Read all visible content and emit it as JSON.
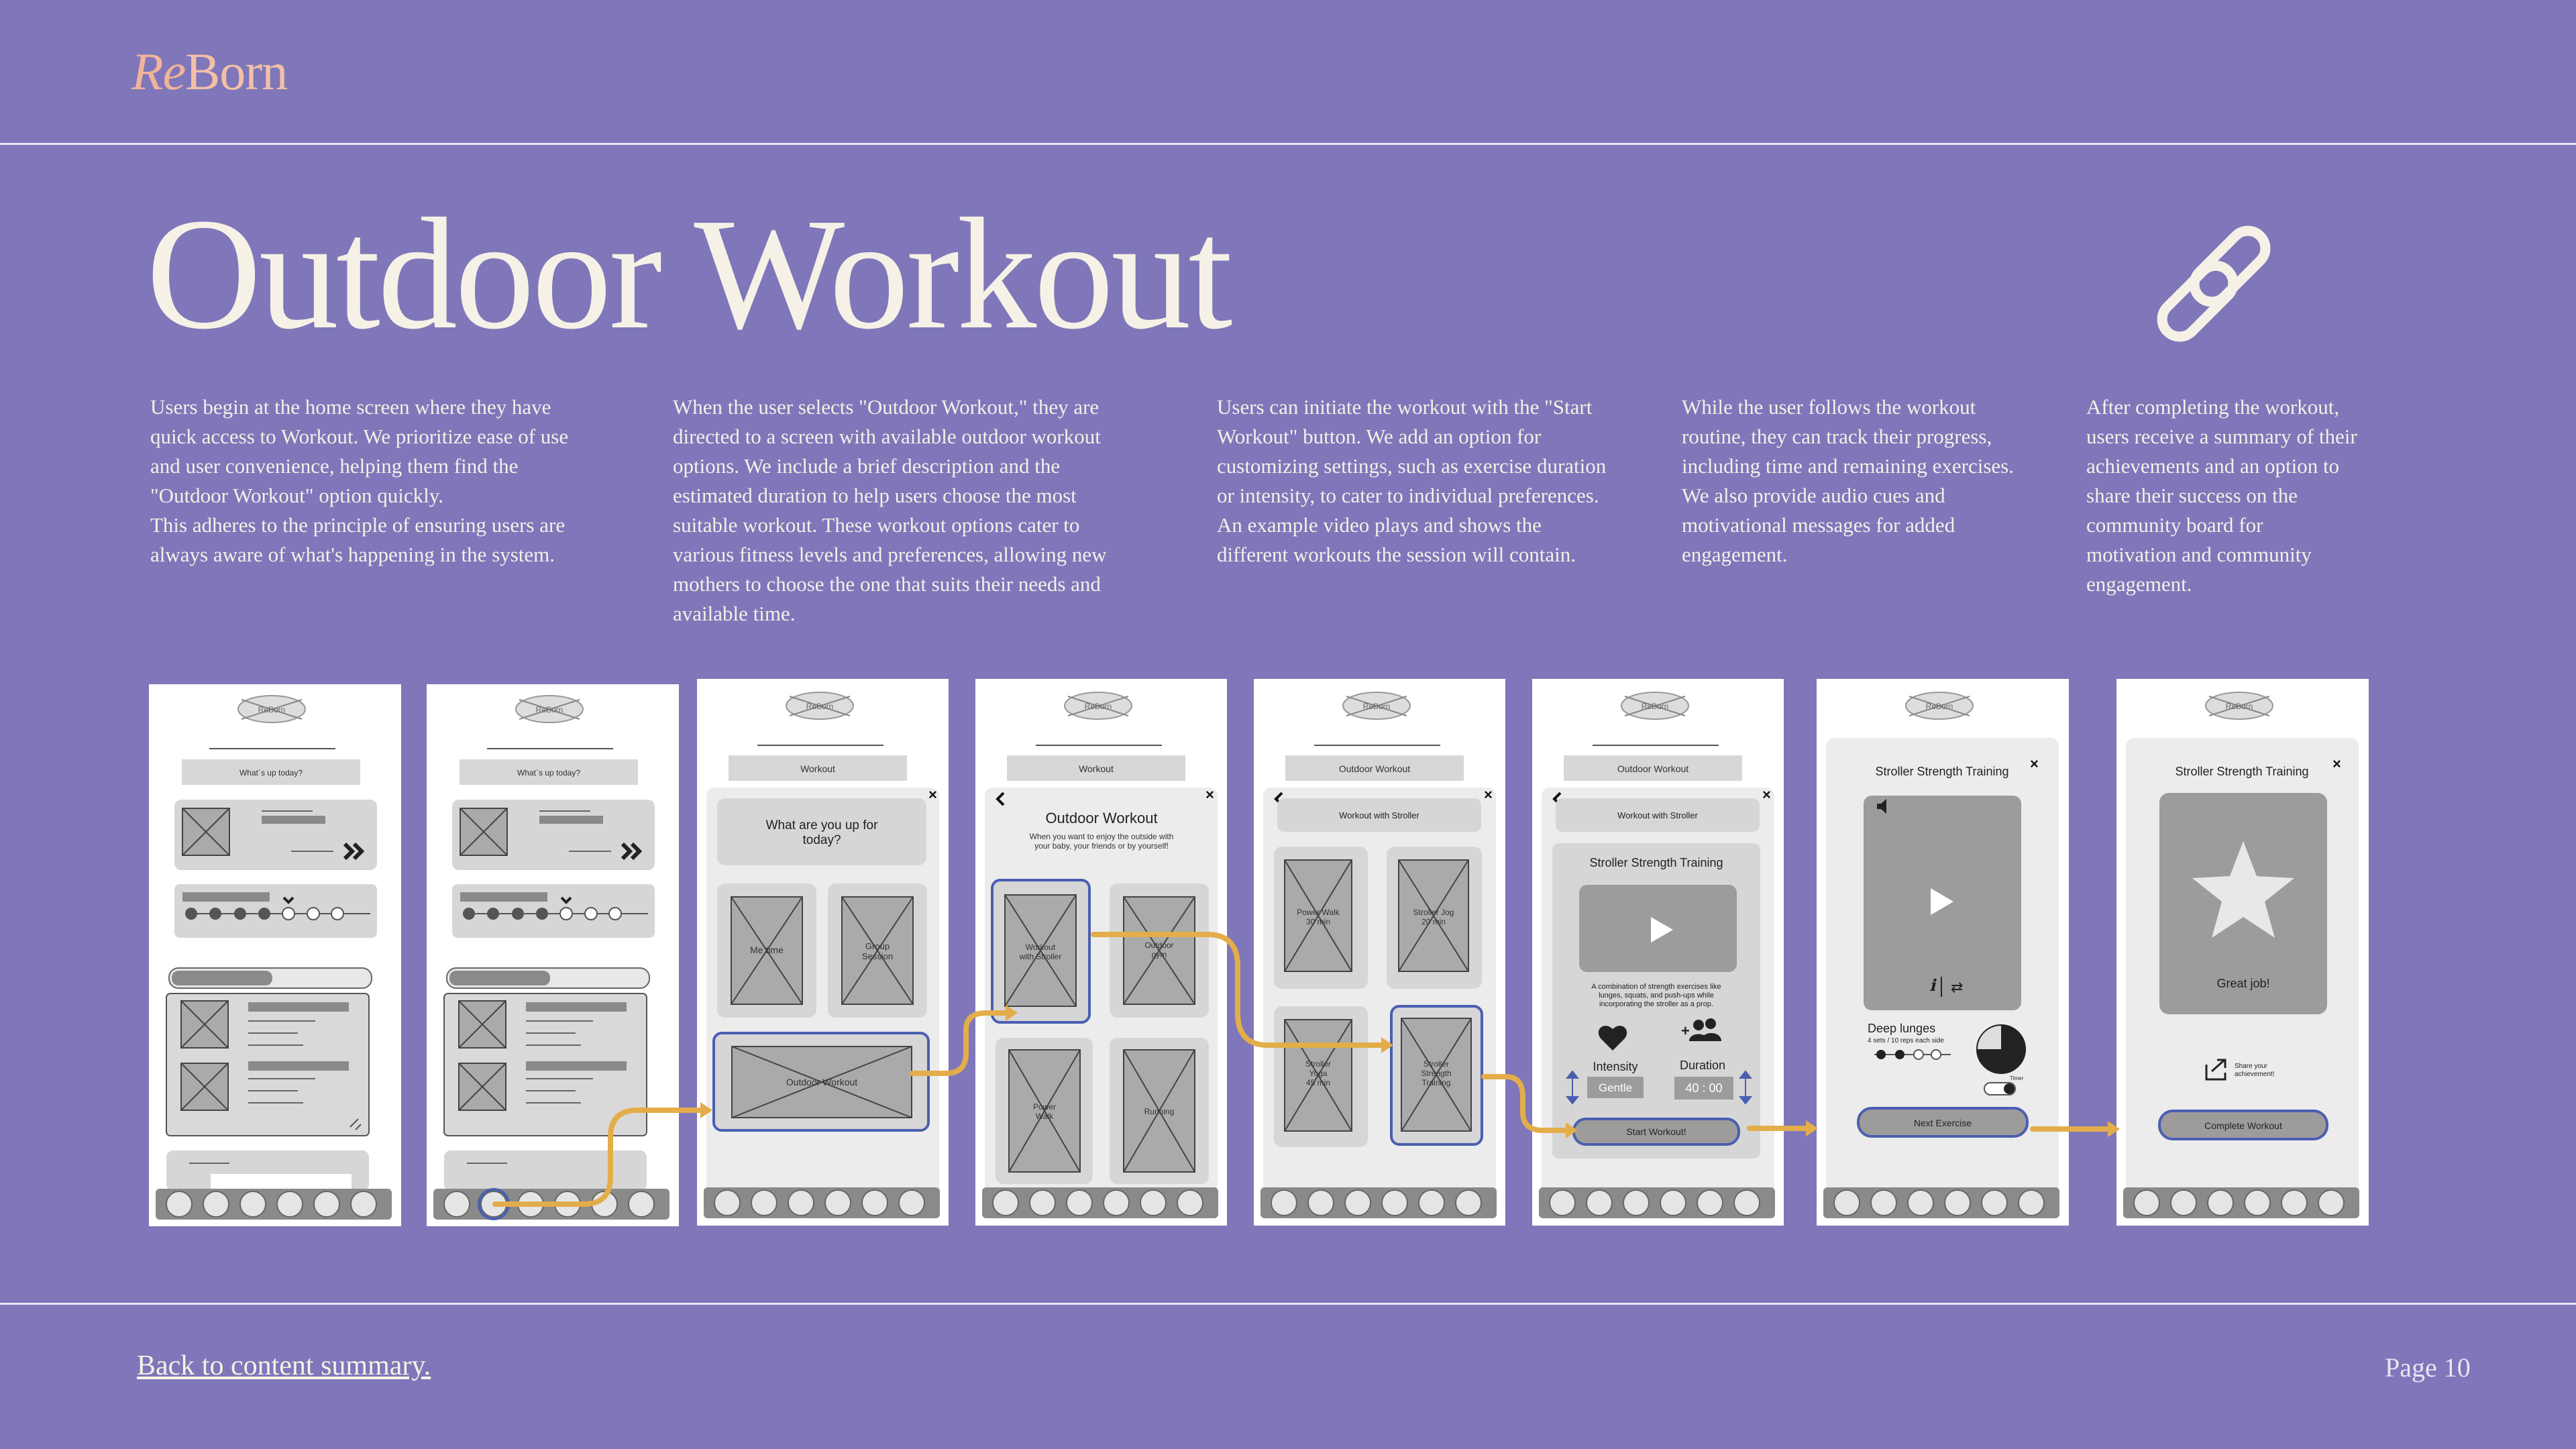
{
  "brand": {
    "prefix": "Re",
    "suffix": "Born"
  },
  "title": "Outdoor Workout",
  "descriptions": [
    {
      "lines": [
        "Users begin at the home screen where they have",
        "quick access to Workout. We prioritize ease of use",
        "and user convenience, helping them find the",
        "\"Outdoor Workout\" option quickly.",
        "This adheres to the principle of ensuring users are",
        "always aware of what's happening in the system."
      ]
    },
    {
      "lines": [
        "When the user selects \"Outdoor Workout,\" they are",
        "directed to a screen with available outdoor workout",
        "options. We include a brief description and the",
        "estimated duration to help users choose the most",
        "suitable workout. These workout options cater to",
        "various fitness levels and preferences, allowing new",
        "mothers to choose the one that suits their needs and",
        "available time."
      ]
    },
    {
      "lines": [
        "Users can initiate the workout with the \"Start",
        "Workout\" button. We add an option for",
        "customizing settings, such as exercise duration",
        "or intensity, to cater to individual preferences.",
        "An example video plays and shows the",
        "different workouts the session will contain."
      ]
    },
    {
      "lines": [
        "While the user follows the workout",
        "routine, they can track their progress,",
        "including time and remaining exercises.",
        "We also provide audio cues and",
        "motivational messages for added",
        "engagement."
      ]
    },
    {
      "lines": [
        "After completing the workout,",
        "users receive a summary of their",
        "achievements and an option to",
        "share their success on the",
        "community board for",
        "motivation and community",
        "engagement."
      ]
    }
  ],
  "wireframes": {
    "logo_text": "ReBorn",
    "home_greeting": "What´s up today?",
    "workout_header": "Workout",
    "outdoor_header": "Outdoor Workout",
    "question": [
      "What are you up for",
      "today?"
    ],
    "me_time": "Me time",
    "group_session": [
      "Group",
      "Session"
    ],
    "outdoor_workout": "Outdoor Workout",
    "outdoor_title": "Outdoor Workout",
    "outdoor_subtitle": [
      "When you want to enjoy the outside with",
      "your baby, your friends or by yourself!"
    ],
    "opt_stroller": [
      "Workout",
      "with Stroller"
    ],
    "opt_gym": [
      "Outdoor",
      "gym"
    ],
    "opt_power": [
      "Power",
      "Walk"
    ],
    "opt_running": "Running",
    "stroller_header": "Workout with Stroller",
    "power_walk": [
      "Power Walk",
      "30 min"
    ],
    "stroller_jog": [
      "Stroller Jog",
      "20 min"
    ],
    "stroller_yoga": [
      "Stroller",
      "Yoga",
      "45 min"
    ],
    "stroller_strength": [
      "Stroller",
      "Strength",
      "Training"
    ],
    "session_title": "Stroller Strength Training",
    "session_desc": [
      "A combination of strength exercises like",
      "lunges, squats, and push-ups while",
      "incorporating the stroller as a prop."
    ],
    "intensity_label": "Intensity",
    "intensity_value": "Gentle",
    "duration_label": "Duration",
    "duration_value": "40 : 00",
    "start_button": "Start Workout!",
    "exercise_name": "Deep lunges",
    "exercise_reps": "4 sets / 10 reps each side",
    "timer_label": "Timer",
    "next_button": "Next Exercise",
    "great_job": "Great job!",
    "share_text": [
      "Share your",
      "achievement!"
    ],
    "complete_button": "Complete Workout"
  },
  "footer": {
    "back_link": "Back to content summary.",
    "page": "Page 10"
  },
  "colors": {
    "background": "#7f77b9",
    "accent_arrow": "#e3ad4a",
    "highlight": "#4a5fb0",
    "title": "#f6f1e6",
    "logo": "#f3c0a7"
  },
  "icons": [
    "link-icon",
    "chevron-double-right-icon",
    "chevron-down-icon",
    "back-arrow-icon",
    "close-icon",
    "play-icon",
    "speaker-icon",
    "info-icon",
    "repeat-icon",
    "heart-icon",
    "group-add-icon",
    "star-icon",
    "share-icon",
    "placeholder-image-icon"
  ]
}
